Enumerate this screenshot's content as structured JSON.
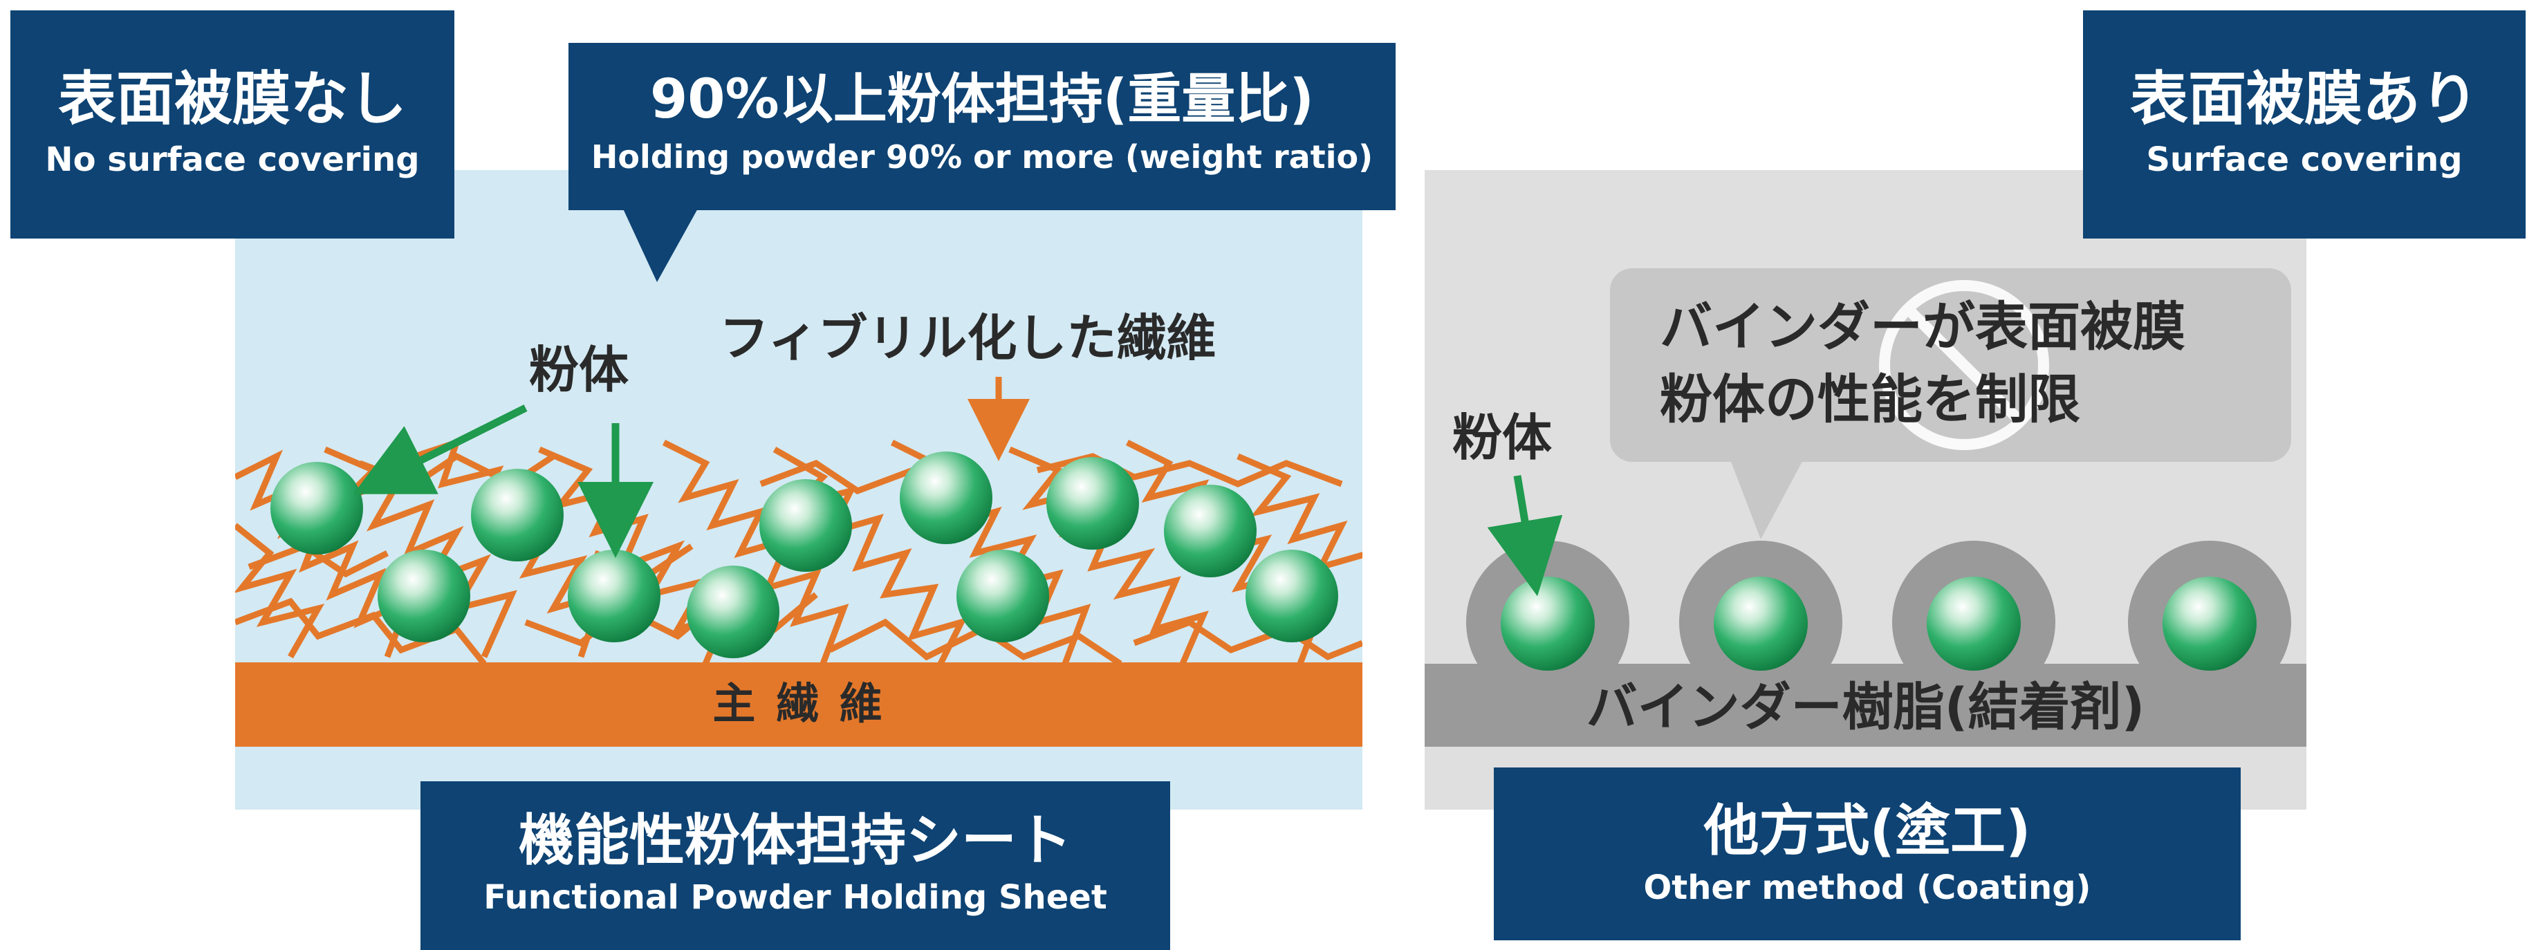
{
  "left_panel": {
    "tag": {
      "jp": "表面被膜なし",
      "en": "No surface covering"
    },
    "callout": {
      "jp": "90%以上粉体担持(重量比)",
      "en": "Holding powder 90% or more (weight ratio)"
    },
    "powder_label": "粉体",
    "fiber_label": "フィブリル化した繊維",
    "main_fiber": "主 繊 維",
    "caption": {
      "jp": "機能性粉体担持シート",
      "en": "Functional Powder Holding Sheet"
    }
  },
  "right_panel": {
    "tag": {
      "jp": "表面被膜あり",
      "en": "Surface covering"
    },
    "bubble": {
      "line1": "バインダーが表面被膜",
      "line2": "粉体の性能を制限"
    },
    "powder_label": "粉体",
    "binder_label": "バインダー樹脂(結着剤)",
    "caption": {
      "jp": "他方式(塗工)",
      "en": "Other method (Coating)"
    }
  },
  "colors": {
    "navy": "#0e4373",
    "light_blue": "#d3e9f3",
    "orange": "#e4782a",
    "gray_bg": "#dfdfdf",
    "binder_gray": "#9a9a9a",
    "sphere_green": "#1fa55a",
    "arrow_green": "#1f9a4e"
  },
  "icons": {
    "prohibited": "prohibited-icon"
  }
}
